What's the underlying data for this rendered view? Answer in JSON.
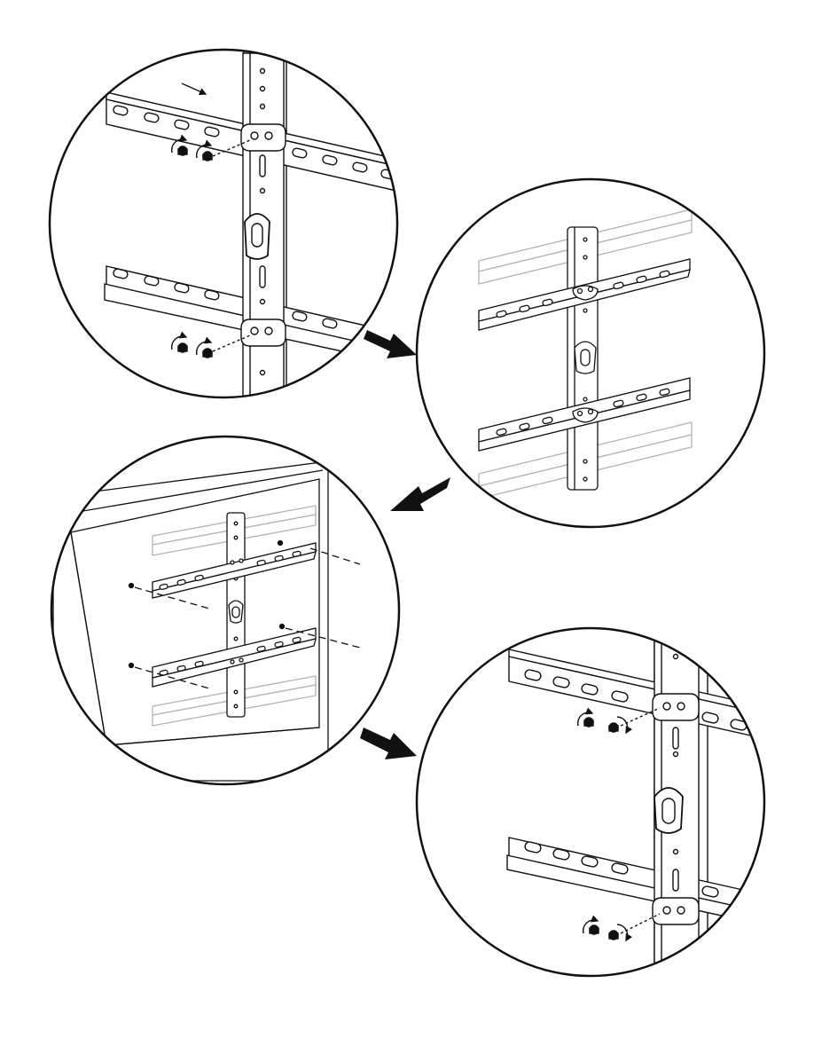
{
  "page": {
    "background": "#ffffff",
    "line_color": "#111111",
    "faded_line_color": "#b3b3b3"
  },
  "panels": [
    {
      "id": "step-1",
      "content": "bracket-and-arm-closeup",
      "fasteners": 4,
      "rotation_arrows": 4
    },
    {
      "id": "step-2",
      "content": "bracket-with-arms-attached",
      "arms_visible": 4
    },
    {
      "id": "step-3",
      "content": "mounting-plate-on-tv-back",
      "screws_visible": 4
    },
    {
      "id": "step-4",
      "content": "bracket-and-arm-closeup-tightened",
      "fasteners": 4,
      "rotation_arrows": 4
    }
  ],
  "flow_arrows": [
    {
      "from": "step-1",
      "to": "step-2",
      "icon": "arrow-right-down"
    },
    {
      "from": "step-2",
      "to": "step-3",
      "icon": "arrow-left-down"
    },
    {
      "from": "step-3",
      "to": "step-4",
      "icon": "arrow-right-down"
    }
  ]
}
